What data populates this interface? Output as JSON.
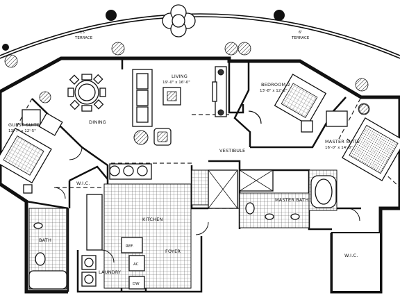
{
  "terraces": [
    {
      "id": "left",
      "label": "TERRACE",
      "prefix": "15'"
    },
    {
      "id": "right",
      "label": "TERRACE",
      "prefix": "6'"
    }
  ],
  "rooms": {
    "living": {
      "label": "LIVING",
      "dim": "19'-0\" x 16'-0\""
    },
    "dining": {
      "label": "DINING"
    },
    "bedroom2": {
      "label": "BEDROOM 2",
      "dim": "13'-8\" x 12'-2\""
    },
    "guest": {
      "label": "GUEST SUITE",
      "dim": "13'-7\" x 12'-5\""
    },
    "master": {
      "label": "MASTER SUITE",
      "dim": "16'-0\" x 14'-8\""
    },
    "vestibule": {
      "label": "VESTIBULE"
    },
    "wic_left": {
      "label": "W.I.C."
    },
    "wic_right": {
      "label": "W.I.C."
    },
    "kitchen": {
      "label": "KITCHEN"
    },
    "foyer": {
      "label": "FOYER"
    },
    "laundry": {
      "label": "LAUNDRY"
    },
    "bath_left": {
      "label": "BATH"
    },
    "bath_master": {
      "label": "MASTER BATH"
    }
  },
  "appliances": {
    "ref": "REF.",
    "ac": "AC",
    "dw": "DW"
  }
}
